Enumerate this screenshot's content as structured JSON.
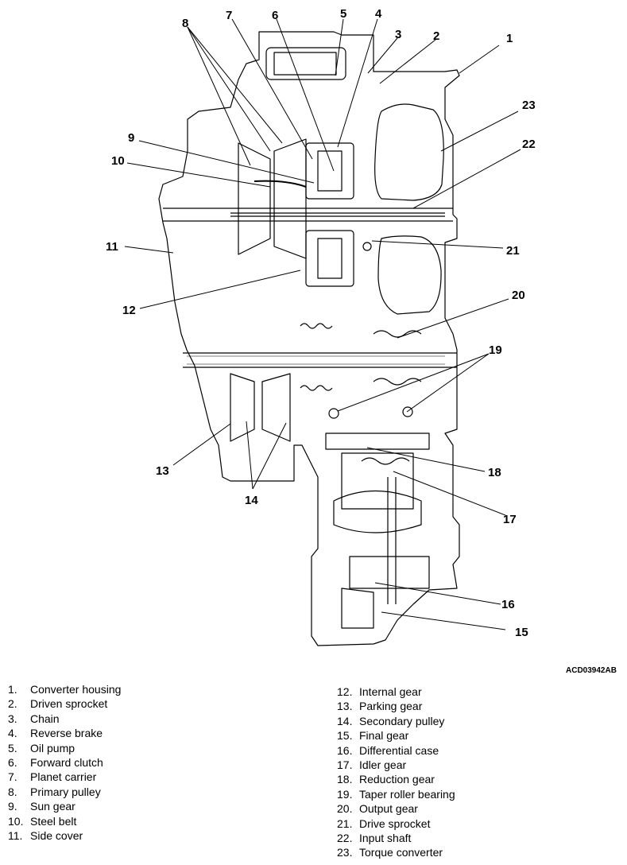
{
  "figure_code": "ACD03942AB",
  "callouts": [
    "1",
    "2",
    "3",
    "4",
    "5",
    "6",
    "7",
    "8",
    "9",
    "10",
    "11",
    "12",
    "13",
    "14",
    "15",
    "16",
    "17",
    "18",
    "19",
    "20",
    "21",
    "22",
    "23"
  ],
  "legend_left": [
    {
      "num": "1.",
      "label": "Converter housing"
    },
    {
      "num": "2.",
      "label": "Driven sprocket"
    },
    {
      "num": "3.",
      "label": "Chain"
    },
    {
      "num": "4.",
      "label": "Reverse brake"
    },
    {
      "num": "5.",
      "label": "Oil pump"
    },
    {
      "num": "6.",
      "label": "Forward clutch"
    },
    {
      "num": "7.",
      "label": "Planet carrier"
    },
    {
      "num": "8.",
      "label": "Primary pulley"
    },
    {
      "num": "9.",
      "label": "Sun gear"
    },
    {
      "num": "10.",
      "label": "Steel belt"
    },
    {
      "num": "11.",
      "label": "Side cover"
    }
  ],
  "legend_right": [
    {
      "num": "12.",
      "label": "Internal gear"
    },
    {
      "num": "13.",
      "label": "Parking gear"
    },
    {
      "num": "14.",
      "label": "Secondary pulley"
    },
    {
      "num": "15.",
      "label": "Final gear"
    },
    {
      "num": "16.",
      "label": "Differential case"
    },
    {
      "num": "17.",
      "label": "Idler gear"
    },
    {
      "num": "18.",
      "label": "Reduction gear"
    },
    {
      "num": "19.",
      "label": "Taper roller bearing"
    },
    {
      "num": "20.",
      "label": "Output gear"
    },
    {
      "num": "21.",
      "label": "Drive sprocket"
    },
    {
      "num": "22.",
      "label": "Input shaft"
    },
    {
      "num": "23.",
      "label": "Torque converter"
    }
  ]
}
